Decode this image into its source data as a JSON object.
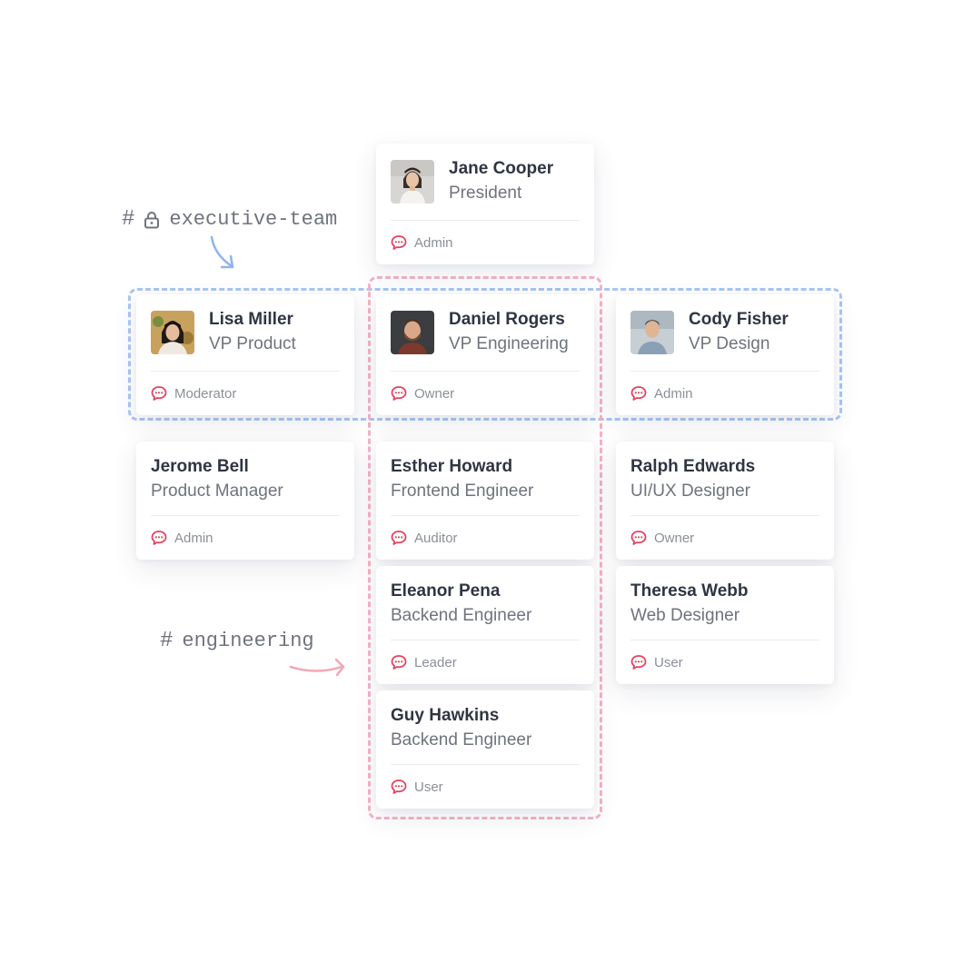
{
  "colors": {
    "executive_border": "#a9c6f5",
    "engineering_border": "#f6b3c4",
    "role_icon": "#e2435f",
    "executive_arrow": "#8fb4f0",
    "engineering_arrow": "#f3a5b6"
  },
  "groups": {
    "executive": {
      "hash": "#",
      "lock_icon": "lock-icon",
      "label": "executive-team"
    },
    "engineering": {
      "hash": "#",
      "label": "engineering"
    }
  },
  "cards": {
    "jane": {
      "name": "Jane Cooper",
      "title": "President",
      "role": "Admin",
      "avatar": "avatar-woman"
    },
    "lisa": {
      "name": "Lisa Miller",
      "title": "VP Product",
      "role": "Moderator",
      "avatar": "avatar-woman"
    },
    "daniel": {
      "name": "Daniel Rogers",
      "title": "VP Engineering",
      "role": "Owner",
      "avatar": "avatar-man"
    },
    "cody": {
      "name": "Cody Fisher",
      "title": "VP Design",
      "role": "Admin",
      "avatar": "avatar-man"
    },
    "jerome": {
      "name": "Jerome Bell",
      "title": "Product Manager",
      "role": "Admin"
    },
    "esther": {
      "name": "Esther Howard",
      "title": "Frontend Engineer",
      "role": "Auditor"
    },
    "ralph": {
      "name": "Ralph Edwards",
      "title": "UI/UX Designer",
      "role": "Owner"
    },
    "eleanor": {
      "name": "Eleanor Pena",
      "title": "Backend Engineer",
      "role": "Leader"
    },
    "theresa": {
      "name": "Theresa Webb",
      "title": "Web Designer",
      "role": "User"
    },
    "guy": {
      "name": "Guy Hawkins",
      "title": "Backend Engineer",
      "role": "User"
    }
  },
  "role_icon_name": "chat-bubble-icon"
}
